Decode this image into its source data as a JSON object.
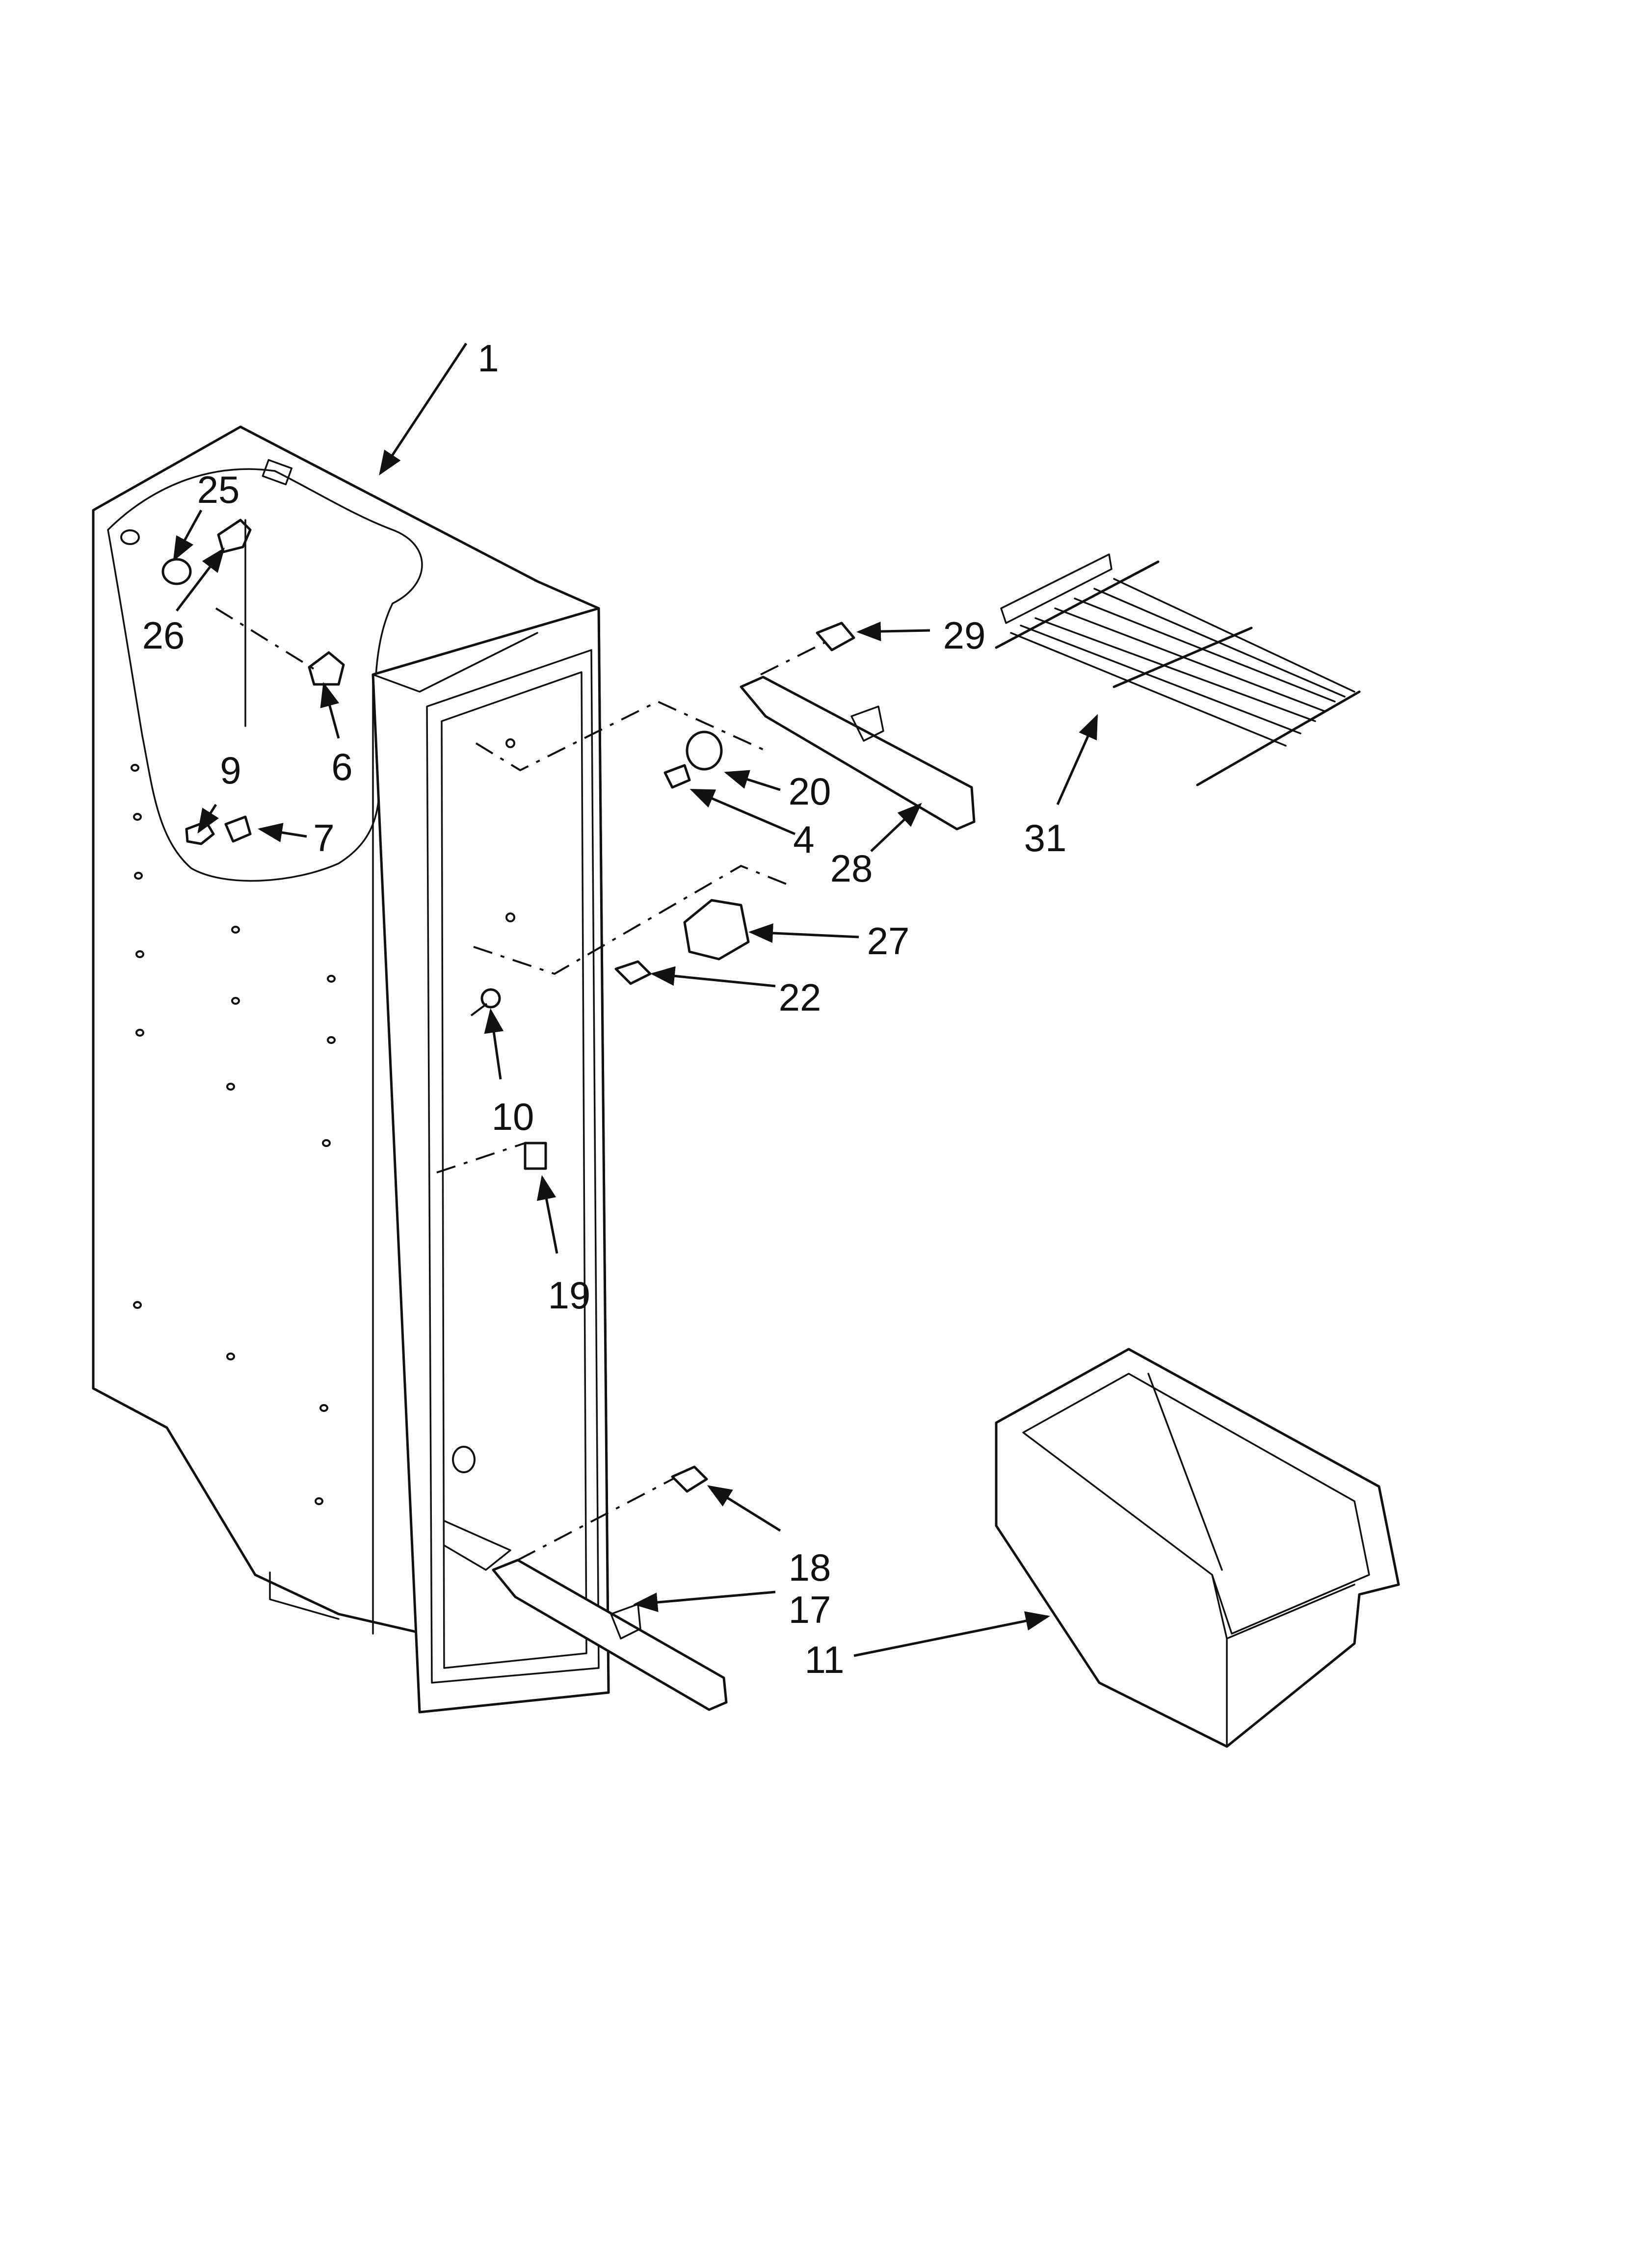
{
  "diagram": {
    "callouts": {
      "p1": "1",
      "p25": "25",
      "p26": "26",
      "p6": "6",
      "p9": "9",
      "p7": "7",
      "p29": "29",
      "p20": "20",
      "p4": "4",
      "p28": "28",
      "p31": "31",
      "p27": "27",
      "p22": "22",
      "p10": "10",
      "p19": "19",
      "p18": "18",
      "p17": "17",
      "p11": "11"
    }
  }
}
